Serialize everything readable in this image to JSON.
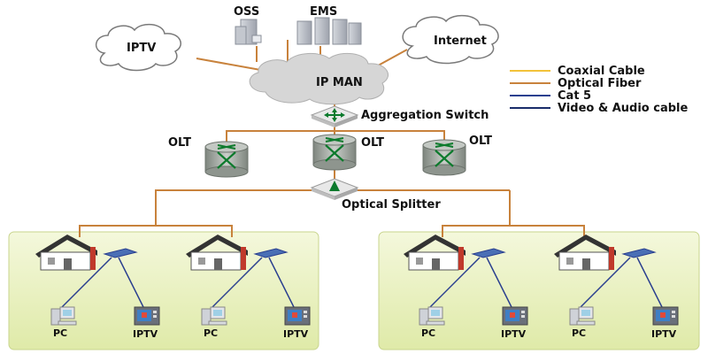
{
  "top": {
    "oss": "OSS",
    "ems": "EMS",
    "iptv_cloud": "IPTV",
    "internet_cloud": "Internet",
    "ip_man": "IP MAN"
  },
  "aggregation": {
    "label": "Aggregation Switch"
  },
  "olt": {
    "labels": [
      "OLT",
      "OLT",
      "OLT"
    ]
  },
  "splitter": {
    "label": "Optical Splitter"
  },
  "legend": {
    "items": [
      {
        "label": "Coaxial Cable",
        "color": "#f2c23a"
      },
      {
        "label": "Optical Fiber",
        "color": "#c8823c"
      },
      {
        "label": "Cat 5",
        "color": "#2a3f8f"
      },
      {
        "label": "Video & Audio cable",
        "color": "#1a2d6a"
      }
    ]
  },
  "homes": {
    "pc_label": "PC",
    "iptv_label": "IPTV"
  },
  "colors": {
    "fiber": "#c8823c",
    "cat5": "#2a3f8f",
    "panel": "#eaf3c4",
    "cloud": "#d6d6d6",
    "olt_body": "#9aa29a",
    "arrow_green": "#0c7a2c",
    "roof": "#333333"
  }
}
